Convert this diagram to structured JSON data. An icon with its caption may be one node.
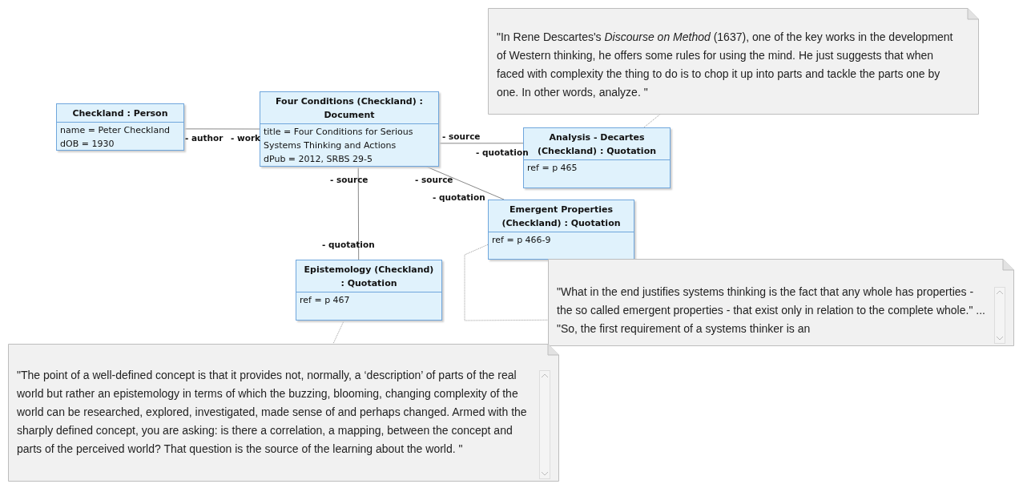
{
  "diagram": {
    "nodes": [
      {
        "text": [
          "Checkland : Person",
          "name = Peter Checkland",
          "dOB = 1930"
        ]
      },
      {
        "text": [
          "Four Conditions (Checkland) : Document",
          "title = Four Conditions for Serious Systems Thinking and Actions",
          "dPub = 2012,  SRBS 29-5"
        ]
      },
      {
        "text": [
          "\"In Rene Descartes's *Discourse on Method*  (1637), one of the key works in the development of Western thinking, he offers some rules for using the mind.  He just suggests that when faced with complexity the thing to do is to chop it up into parts and tackle the parts one by one.  In other words, analyze.   \""
        ]
      },
      {
        "text": [
          "Analysis - Decartes (Checkland) : Quotation",
          "ref = p 465"
        ]
      },
      {
        "text": [
          "Emergent Properties (Checkland) : Quotation",
          "ref = p 466-9"
        ]
      },
      {
        "text": [
          "Epistemology (Checkland) : Quotation",
          "ref = p 467"
        ]
      },
      {
        "text": [
          "\"What in the end justifies systems thinking is the fact that any whole has properties - the so called emergent properties - that exist only in relation to the complete whole.\" ... \"So, the first requirement of a systems thinker is an"
        ]
      },
      {
        "text": [
          "\"The point of a well-defined concept is that it provides not, normally, a ‘description’ of parts of the real world but rather an epistemology in terms of which the buzzing, blooming, changing complexity of the world can be researched, explored, investigated, made sense of and perhaps changed.  Armed with the sharply defined concept, you are asking: is there a correlation, a mapping, between the concept and parts of the perceived world? That question is the source of the learning about the world.   \""
        ]
      }
    ],
    "edges": [
      {
        "from": 0,
        "to": 1,
        "arrow": "none"
      },
      {
        "from": 1,
        "to": 3,
        "arrow": "none"
      },
      {
        "from": 1,
        "to": 4,
        "arrow": "none"
      },
      {
        "from": 1,
        "to": 5,
        "arrow": "none"
      },
      {
        "from": 2,
        "to": 3,
        "arrow": "none",
        "style": "dashed"
      },
      {
        "from": 4,
        "to": 6,
        "arrow": "none",
        "style": "dashed"
      },
      {
        "from": 5,
        "to": 7,
        "arrow": "none",
        "style": "dashed"
      }
    ],
    "labels": [
      "- author",
      "- work",
      "- source",
      "- quotation",
      "- source",
      "- source",
      "- quotation",
      "- quotation"
    ]
  }
}
